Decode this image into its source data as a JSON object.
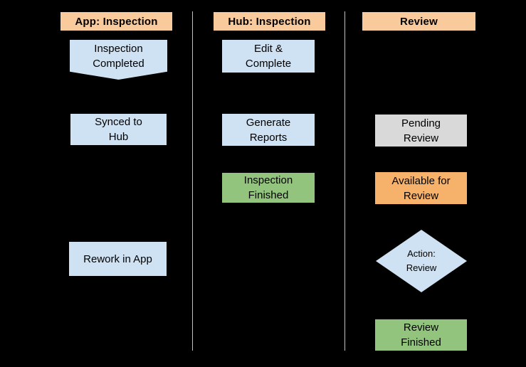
{
  "diagram": {
    "type": "swimlane-flowchart",
    "background_color": "#000000",
    "divider_color": "#c2c2c2",
    "header_fill": "#f9cb9c",
    "node_colors": {
      "process_blue": "#cfe2f3",
      "finished_green": "#93c47d",
      "pending_gray": "#d9d9d9",
      "available_orange": "#f6b26b",
      "text": "#000000"
    },
    "lanes": [
      {
        "header": "App: Inspection",
        "nodes": [
          {
            "label": "Inspection\nCompleted",
            "shape": "offpage-connector",
            "fill": "#cfe2f3"
          },
          {
            "label": "Synced to\nHub",
            "shape": "process",
            "fill": "#cfe2f3"
          },
          {
            "label": "Rework in App",
            "shape": "process",
            "fill": "#cfe2f3"
          }
        ]
      },
      {
        "header": "Hub: Inspection",
        "nodes": [
          {
            "label": "Edit &\nComplete",
            "shape": "process",
            "fill": "#cfe2f3"
          },
          {
            "label": "Generate\nReports",
            "shape": "process",
            "fill": "#cfe2f3"
          },
          {
            "label": "Inspection\nFinished",
            "shape": "process",
            "fill": "#93c47d"
          }
        ]
      },
      {
        "header": "Review",
        "nodes": [
          {
            "label": "Pending\nReview",
            "shape": "process",
            "fill": "#d9d9d9"
          },
          {
            "label": "Available for\nReview",
            "shape": "process",
            "fill": "#f6b26b"
          },
          {
            "label": "Action:\nReview",
            "shape": "decision",
            "fill": "#cfe2f3"
          },
          {
            "label": "Review\nFinished",
            "shape": "process",
            "fill": "#93c47d"
          }
        ]
      }
    ]
  }
}
